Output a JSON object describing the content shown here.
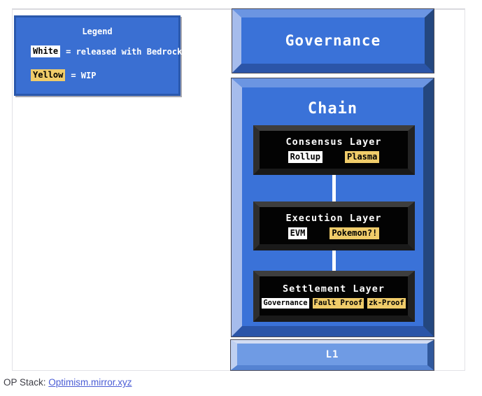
{
  "legend": {
    "title": "Legend",
    "items": [
      {
        "chip": "White",
        "status": "white",
        "desc": "= released with Bedrock"
      },
      {
        "chip": "Yellow",
        "status": "yellow",
        "desc": "= WIP"
      }
    ]
  },
  "diagram": {
    "governance_label": "Governance",
    "chain": {
      "title": "Chain",
      "layers": [
        {
          "title": "Consensus Layer",
          "chips": [
            {
              "label": "Rollup",
              "status": "white"
            },
            {
              "label": "Plasma",
              "status": "yellow"
            }
          ]
        },
        {
          "title": "Execution Layer",
          "chips": [
            {
              "label": "EVM",
              "status": "white"
            },
            {
              "label": "Pokemon?!",
              "status": "yellow"
            }
          ]
        },
        {
          "title": "Settlement Layer",
          "chips": [
            {
              "label": "Governance",
              "status": "white"
            },
            {
              "label": "Fault Proof",
              "status": "yellow"
            },
            {
              "label": "zk-Proof",
              "status": "yellow"
            }
          ]
        }
      ]
    },
    "l1_label": "L1"
  },
  "caption": {
    "prefix": "OP Stack: ",
    "link_text": "Optimism.mirror.xyz"
  },
  "colors": {
    "box_blue": "#3a72d8",
    "legend_blue": "#3a6fd2",
    "chip_white": "#ffffff",
    "chip_yellow": "#f0cc6a",
    "black_box": "#030303",
    "l1_blue": "#6f9be4",
    "link_blue": "#4a5cd5"
  }
}
